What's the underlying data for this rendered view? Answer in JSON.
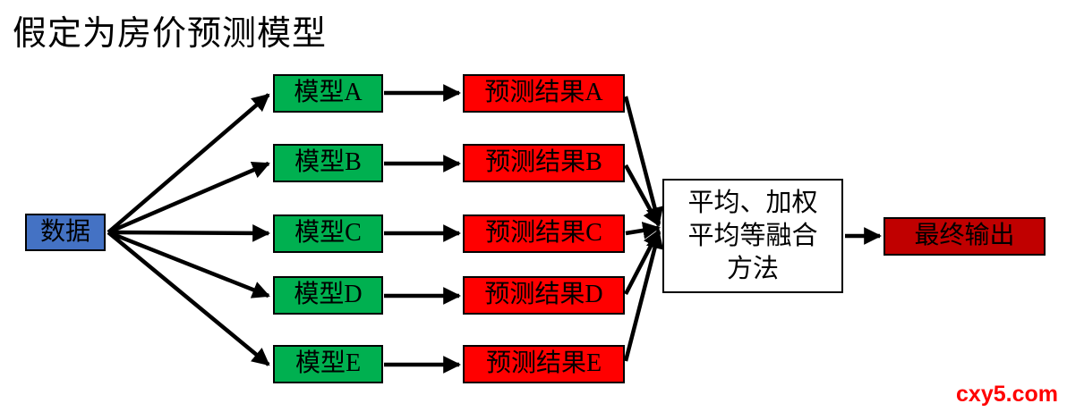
{
  "title": "假定为房价预测模型",
  "watermark": "cxy5.com",
  "colors": {
    "input_fill": "#4472C4",
    "model_fill": "#00B050",
    "result_fill": "#FF0000",
    "fusion_fill": "#FFFFFF",
    "output_fill": "#C00000",
    "border": "#000000",
    "arrow": "#000000",
    "title_color": "#000000",
    "watermark_color": "#FF0000"
  },
  "diagram": {
    "input": {
      "label": "数据"
    },
    "models": [
      {
        "label": "模型A"
      },
      {
        "label": "模型B"
      },
      {
        "label": "模型C"
      },
      {
        "label": "模型D"
      },
      {
        "label": "模型E"
      }
    ],
    "results": [
      {
        "label": "预测结果A"
      },
      {
        "label": "预测结果B"
      },
      {
        "label": "预测结果C"
      },
      {
        "label": "预测结果D"
      },
      {
        "label": "预测结果E"
      }
    ],
    "fusion": {
      "label": "平均、加权\n平均等融合\n方法"
    },
    "output": {
      "label": "最终输出"
    }
  }
}
